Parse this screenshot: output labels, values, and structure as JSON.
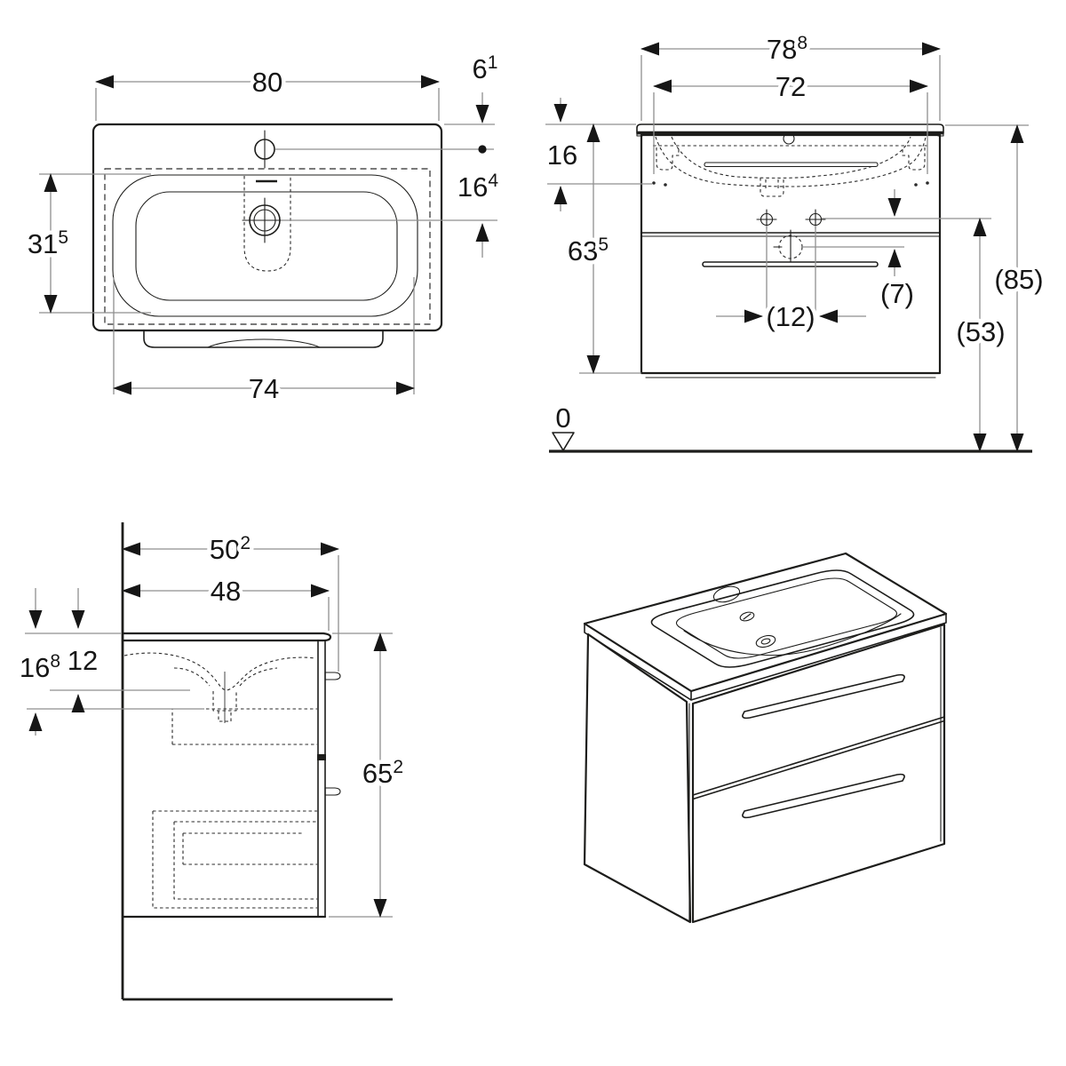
{
  "colors": {
    "background": "#ffffff",
    "drawing_line": "#1d1d1b",
    "dimension_line": "#8f8f8f",
    "text": "#161616"
  },
  "views": {
    "top": {
      "dims": {
        "total_width": {
          "value": "80",
          "sup": ""
        },
        "tap_edge_offset": {
          "value": "6",
          "sup": "1"
        },
        "tap_to_drain": {
          "value": "16",
          "sup": "4"
        },
        "basin_depth": {
          "value": "31",
          "sup": "5"
        },
        "cabinet_width": {
          "value": "74",
          "sup": ""
        }
      }
    },
    "front": {
      "dims": {
        "unit_width": {
          "value": "78",
          "sup": "8"
        },
        "inner_width": {
          "value": "72",
          "sup": ""
        },
        "basin_height": {
          "value": "16",
          "sup": ""
        },
        "unit_height": {
          "value": "63",
          "sup": "5"
        },
        "screw_to_handle": {
          "value": "(7)",
          "sup": ""
        },
        "screw_spacing": {
          "value": "(12)",
          "sup": ""
        },
        "floor_to_screws": {
          "value": "(53)",
          "sup": ""
        },
        "floor_to_top": {
          "value": "(85)",
          "sup": ""
        },
        "floor_datum": {
          "value": "0",
          "sup": ""
        }
      }
    },
    "side": {
      "dims": {
        "total_depth": {
          "value": "50",
          "sup": "2"
        },
        "cabinet_depth": {
          "value": "48",
          "sup": ""
        },
        "top_to_siphon": {
          "value": "16",
          "sup": "8"
        },
        "top_to_bowl": {
          "value": "12",
          "sup": ""
        },
        "cabinet_height": {
          "value": "65",
          "sup": "2"
        }
      }
    }
  }
}
